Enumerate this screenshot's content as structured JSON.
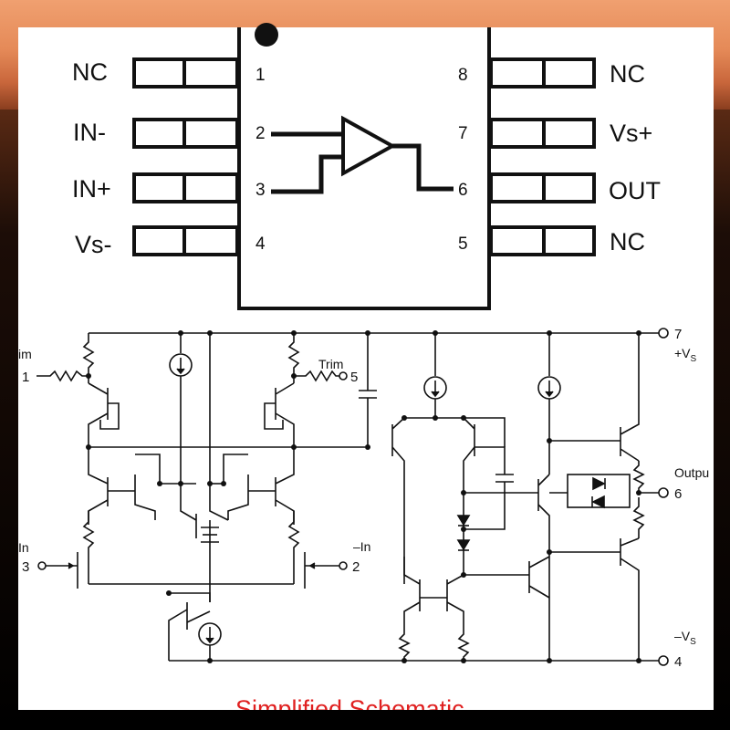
{
  "pinout": {
    "left_pins": [
      {
        "label": "NC",
        "num": "1"
      },
      {
        "label": "IN-",
        "num": "2"
      },
      {
        "label": "IN+",
        "num": "3"
      },
      {
        "label": "Vs-",
        "num": "4"
      }
    ],
    "right_pins": [
      {
        "label": "NC",
        "num": "8"
      },
      {
        "label": "Vs+",
        "num": "7"
      },
      {
        "label": "OUT",
        "num": "6"
      },
      {
        "label": "NC",
        "num": "5"
      }
    ]
  },
  "schematic": {
    "trim_left_label": "im",
    "trim_left_num": "1",
    "trim_right_label": "Trim",
    "trim_right_num": "5",
    "in_plus_label": "In",
    "in_plus_num": "3",
    "in_minus_label": "–In",
    "in_minus_num": "2",
    "vplus_num": "7",
    "vplus_label": "+V",
    "vplus_sub": "S",
    "output_label": "Outpu",
    "output_num": "6",
    "vminus_label": "–V",
    "vminus_sub": "S",
    "vminus_num": "4"
  },
  "caption": "Simplified Schematic",
  "colors": {
    "caption": "#e02020",
    "ink": "#111111"
  }
}
